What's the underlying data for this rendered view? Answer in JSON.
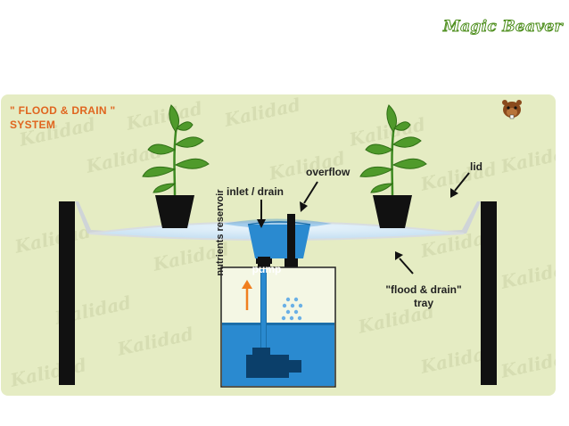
{
  "title": {
    "line1": "\" FLOOD & DRAIN \"",
    "line2": "SYSTEM"
  },
  "logo": {
    "text": "Magic Beaver"
  },
  "watermark": {
    "text": "Kalidad"
  },
  "labels": {
    "overflow": "overflow",
    "inlet_drain": "inlet / drain",
    "lid": "lid",
    "tray_line1": "\"flood & drain\"",
    "tray_line2": "tray",
    "reservoir": "nutrients reservoir",
    "pump": "pump"
  },
  "colors": {
    "background": "#e5ecc3",
    "water": "#2a8ad0",
    "tray": "#cfe6f5",
    "title": "#e0651f",
    "arrow": "#f07f1e",
    "plant": "#4f9a2b",
    "pot": "#111111"
  }
}
